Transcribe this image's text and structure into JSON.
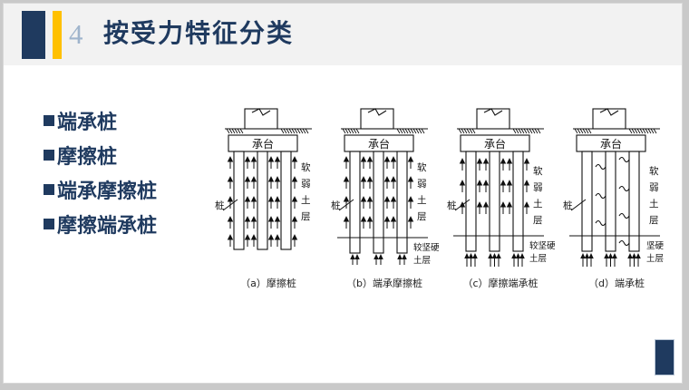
{
  "header": {
    "number": "4",
    "title": "按受力特征分类",
    "navy_color": "#1f3a5f",
    "gold_color": "#ffc000",
    "number_color": "#9fb4cc"
  },
  "bullets": [
    {
      "label": "端承桩"
    },
    {
      "label": "摩擦桩"
    },
    {
      "label": "端承摩擦桩"
    },
    {
      "label": "摩擦端承桩"
    }
  ],
  "figures": [
    {
      "id": "fig-a",
      "caption": "（a）摩擦桩",
      "cap_label": "摩擦桩",
      "cap_index": "（a）",
      "cap_pile_label": "桩",
      "cap_head_label": "承台",
      "soft_soil_label": "软弱土层",
      "hard_soil_label": "",
      "pile_type": "friction",
      "has_hard_layer": false,
      "tip_arrows": 0,
      "shaft_symbol": "arrow"
    },
    {
      "id": "fig-b",
      "caption": "（b）端承摩擦桩",
      "cap_label": "端承摩擦桩",
      "cap_index": "（b）",
      "cap_pile_label": "桩",
      "cap_head_label": "承台",
      "soft_soil_label": "软弱土层",
      "hard_soil_label": "较坚硬土层",
      "pile_type": "end-bearing-friction",
      "has_hard_layer": true,
      "tip_arrows": 2,
      "shaft_symbol": "arrow"
    },
    {
      "id": "fig-c",
      "caption": "（c）摩擦端承桩",
      "cap_label": "摩擦端承桩",
      "cap_index": "（c）",
      "cap_pile_label": "桩",
      "cap_head_label": "承台",
      "soft_soil_label": "软弱土层",
      "hard_soil_label": "较坚硬土层",
      "pile_type": "friction-end-bearing",
      "has_hard_layer": true,
      "tip_arrows": 3,
      "shaft_symbol": "arrow"
    },
    {
      "id": "fig-d",
      "caption": "（d）端承桩",
      "cap_label": "端承桩",
      "cap_index": "（d）",
      "cap_pile_label": "桩",
      "cap_head_label": "承台",
      "soft_soil_label": "软弱土层",
      "hard_soil_label": "坚硬土层",
      "pile_type": "end-bearing",
      "has_hard_layer": true,
      "tip_arrows": 3,
      "shaft_symbol": "wave"
    }
  ],
  "labels": {
    "pile": "桩",
    "cap": "承台",
    "soft_soil_chars": [
      "软",
      "弱",
      "土",
      "层"
    ],
    "harder_soil_chars": [
      "较坚硬",
      "土层"
    ],
    "hard_soil_chars": [
      "坚硬",
      "土层"
    ]
  }
}
